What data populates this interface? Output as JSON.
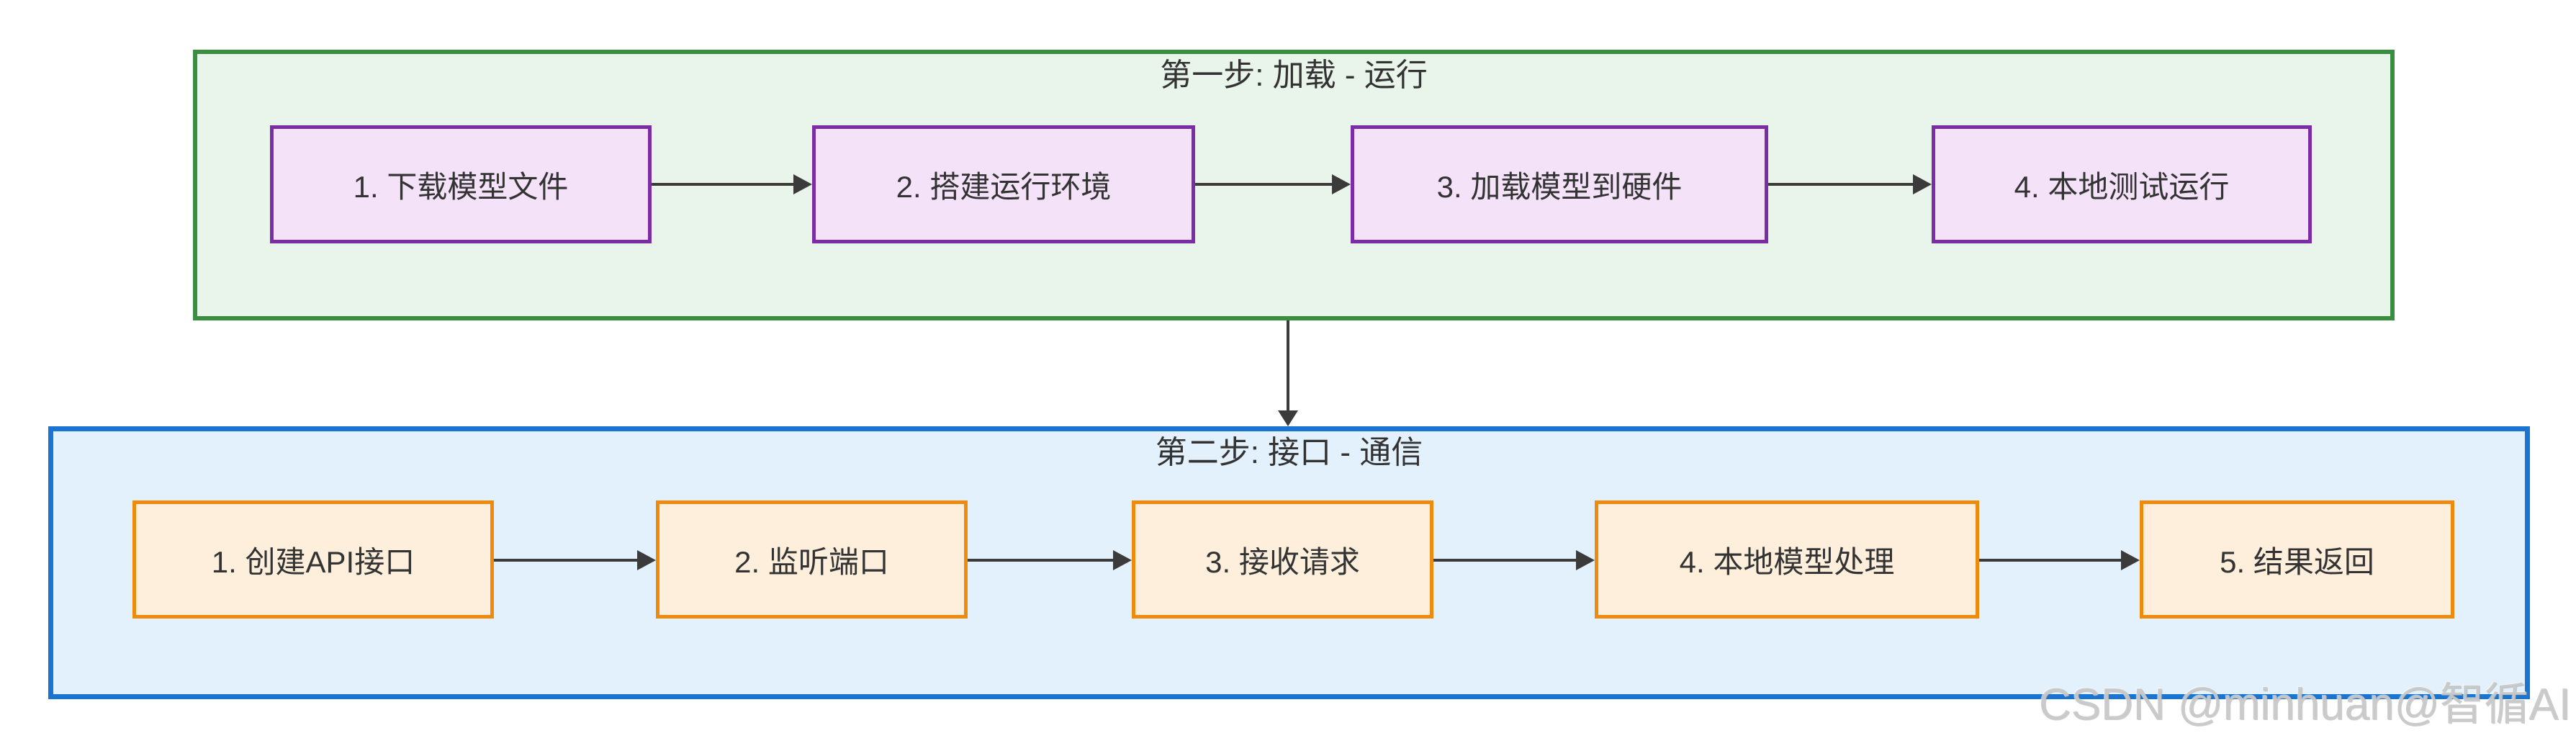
{
  "sections": [
    {
      "id": "step1",
      "title": "第一步: 加载 - 运行",
      "theme": {
        "container_border": "#3A8E3F",
        "container_fill": "#E9F4EA",
        "node_border": "#7C2DA6",
        "node_fill": "#F4E2F8"
      },
      "nodes": [
        "1. 下载模型文件",
        "2. 搭建运行环境",
        "3. 加载模型到硬件",
        "4. 本地测试运行"
      ]
    },
    {
      "id": "step2",
      "title": "第二步: 接口 - 通信",
      "theme": {
        "container_border": "#1A75D2",
        "container_fill": "#E2F1FC",
        "node_border": "#EE8A0C",
        "node_fill": "#FDEFDC"
      },
      "nodes": [
        "1. 创建API接口",
        "2. 监听端口",
        "3. 接收请求",
        "4. 本地模型处理",
        "5. 结果返回"
      ]
    }
  ],
  "connectors": {
    "arrow_color": "#3B3B3B",
    "text_color": "#333333"
  },
  "watermark": {
    "text": "CSDN @minhuan@智循AI"
  }
}
